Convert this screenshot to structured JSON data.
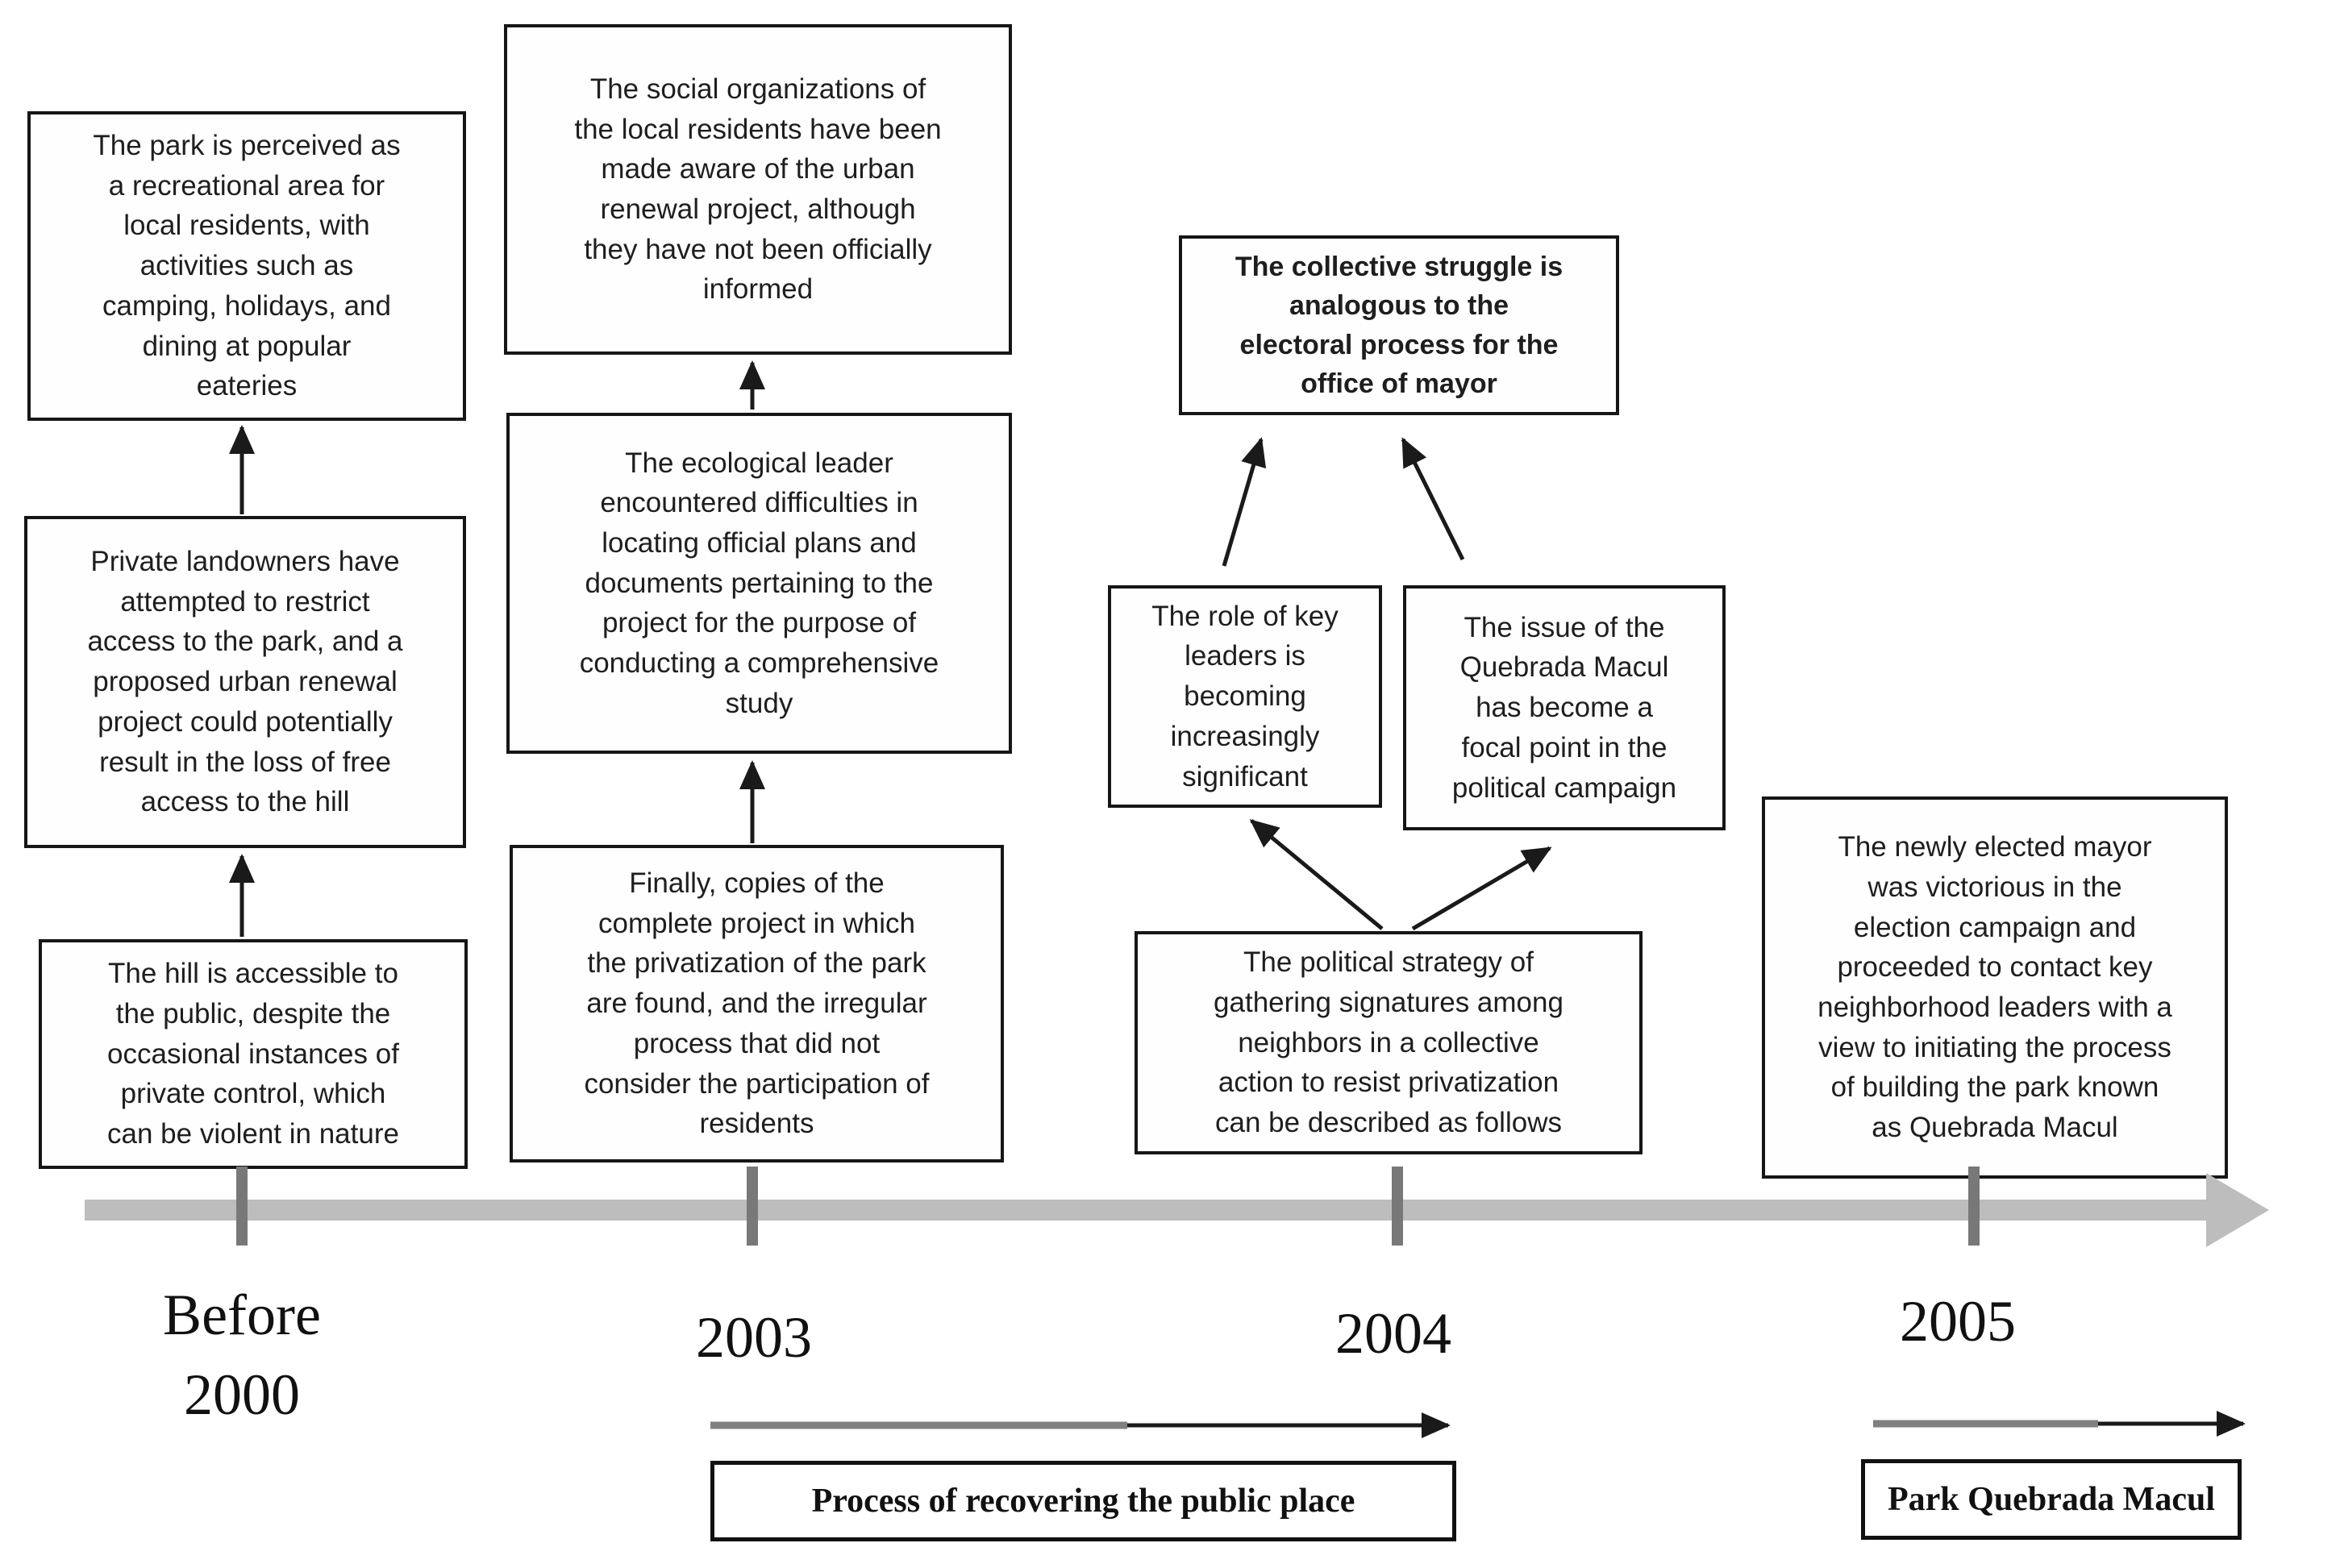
{
  "diagram": {
    "columns": [
      {
        "year_label": "Before\n2000",
        "boxes": {
          "bottom": "The hill is accessible to\nthe public, despite the\noccasional instances of\nprivate control, which\ncan be violent in nature",
          "middle": "Private landowners have\nattempted  to restrict\naccess to the park, and a\nproposed urban renewal\nproject could potentially\nresult in the loss of free\naccess to the hill",
          "top": "The park is perceived as\na recreational area for\nlocal residents, with\nactivities such as\ncamping, holidays, and\ndining at popular\neateries"
        }
      },
      {
        "year_label": "2003",
        "boxes": {
          "bottom": "Finally, copies of the\ncomplete project in which\nthe privatization of the park\nare found, and the irregular\nprocess that did not\nconsider the participation of\nresidents",
          "middle": "The ecological leader\nencountered  difficulties in\nlocating official plans and\ndocuments pertaining to the\nproject for the purpose of\nconducting a comprehensive\nstudy",
          "top": "The social organizations of\nthe local residents have been\nmade aware of the urban\nrenewal project, although\nthey have not been officially\ninformed"
        }
      },
      {
        "year_label": "2004",
        "boxes": {
          "bottom": "The political strategy of\ngathering signatures among\nneighbors in a collective\naction to resist privatization\ncan be described as follows",
          "middle_left": "The role of key\nleaders is\nbecoming\nincreasingly\nsignificant",
          "middle_right": "The issue of the\nQuebrada Macul\nhas become a\nfocal point in the\npolitical campaign",
          "top": "The collective struggle is\nanalogous  to the\nelectoral process for the\noffice of mayor"
        }
      },
      {
        "year_label": "2005",
        "boxes": {
          "main": "The newly elected mayor\nwas victorious in the\nelection campaign and\nproceeded to contact key\nneighborhood leaders with a\nview to initiating the process\nof building the park known\nas Quebrada Macul"
        }
      }
    ],
    "annotations": {
      "process_arrow_label": "Process of recovering the public place",
      "park_arrow_label": "Park Quebrada Macul"
    },
    "colors": {
      "timeline_bar": "#bdbdbd",
      "tick": "#787878",
      "box_border": "#161616",
      "arrow_black": "#1a1a1a",
      "annotation_gray": "#808080",
      "text": "#1e1e1e"
    }
  }
}
